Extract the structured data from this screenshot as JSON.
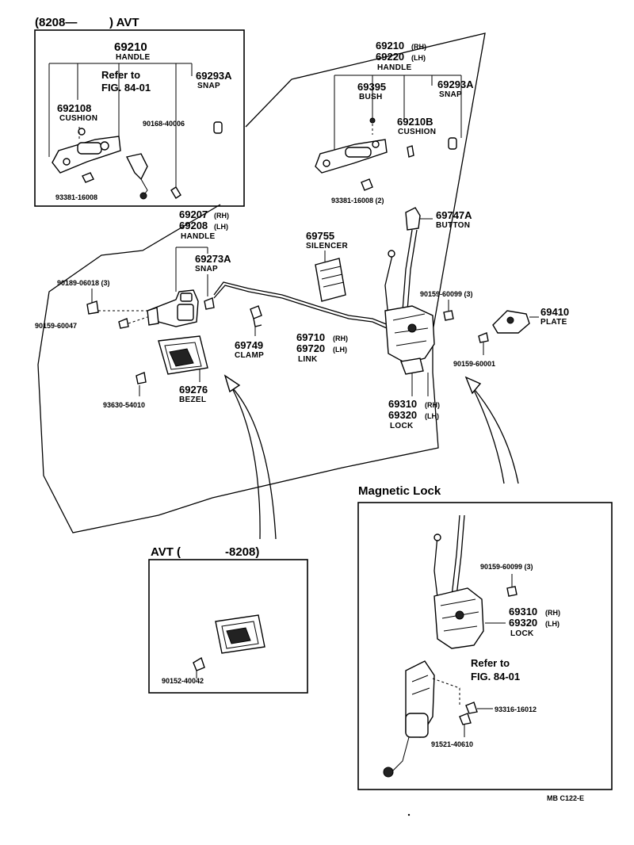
{
  "inset_avt_new": {
    "range_start": "(8208—",
    "range_end": ") AVT",
    "handle_pn": "69210",
    "handle_name": "HANDLE",
    "refer1": "Refer to",
    "refer2": "FIG. 84-01",
    "snap_pn": "69293A",
    "snap_name": "SNAP",
    "cushion_pn": "692108",
    "cushion_name": "CUSHION",
    "screw_pn": "90168-40006",
    "bolt_pn": "93381-16008"
  },
  "outer_handle": {
    "pn_rh": "69210",
    "pn_rh_suffix": "(RH)",
    "pn_lh": "69220",
    "pn_lh_suffix": "(LH)",
    "name": "HANDLE",
    "bush_pn": "69395",
    "bush_name": "BUSH",
    "snap_pn": "69293A",
    "snap_name": "SNAP",
    "cushion_pn": "69210B",
    "cushion_name": "CUSHION",
    "bolt_pn": "93381-16008 (2)"
  },
  "button": {
    "pn": "69747A",
    "name": "BUTTON"
  },
  "silencer": {
    "pn": "69755",
    "name": "SILENCER"
  },
  "inner_handle": {
    "pn_rh": "69207",
    "pn_rh_suffix": "(RH)",
    "pn_lh": "69208",
    "pn_lh_suffix": "(LH)",
    "name": "HANDLE",
    "snap_pn": "69273A",
    "snap_name": "SNAP"
  },
  "nut_pn": "90189-06018 (3)",
  "screw_inner_pn": "90159-60047",
  "lock_screw_pn": "90159-60099 (3)",
  "plate": {
    "pn": "69410",
    "name": "PLATE",
    "screw_pn": "90159-60001"
  },
  "clamp": {
    "pn": "69749",
    "name": "CLAMP"
  },
  "link": {
    "pn_rh": "69710",
    "pn_rh_suffix": "(RH)",
    "pn_lh": "69720",
    "pn_lh_suffix": "(LH)",
    "name": "LINK"
  },
  "bezel": {
    "pn": "69276",
    "name": "BEZEL",
    "screw_pn": "93630-54010"
  },
  "lock": {
    "pn_rh": "69310",
    "pn_rh_suffix": "(RH)",
    "pn_lh": "69320",
    "pn_lh_suffix": "(LH)",
    "name": "LOCK"
  },
  "inset_avt_old": {
    "title_start": "AVT (",
    "title_end": "-8208)",
    "screw_pn": "90152-40042"
  },
  "magnetic_lock": {
    "title": "Magnetic Lock",
    "screw_pn": "90159-60099 (3)",
    "lock_pn_rh": "69310",
    "lock_pn_rh_suffix": "(RH)",
    "lock_pn_lh": "69320",
    "lock_pn_lh_suffix": "(LH)",
    "lock_name": "LOCK",
    "refer1": "Refer to",
    "refer2": "FIG. 84-01",
    "screw2_pn": "93316-16012",
    "screw3_pn": "91521-40610"
  },
  "footer_code": "MB  C122-E"
}
